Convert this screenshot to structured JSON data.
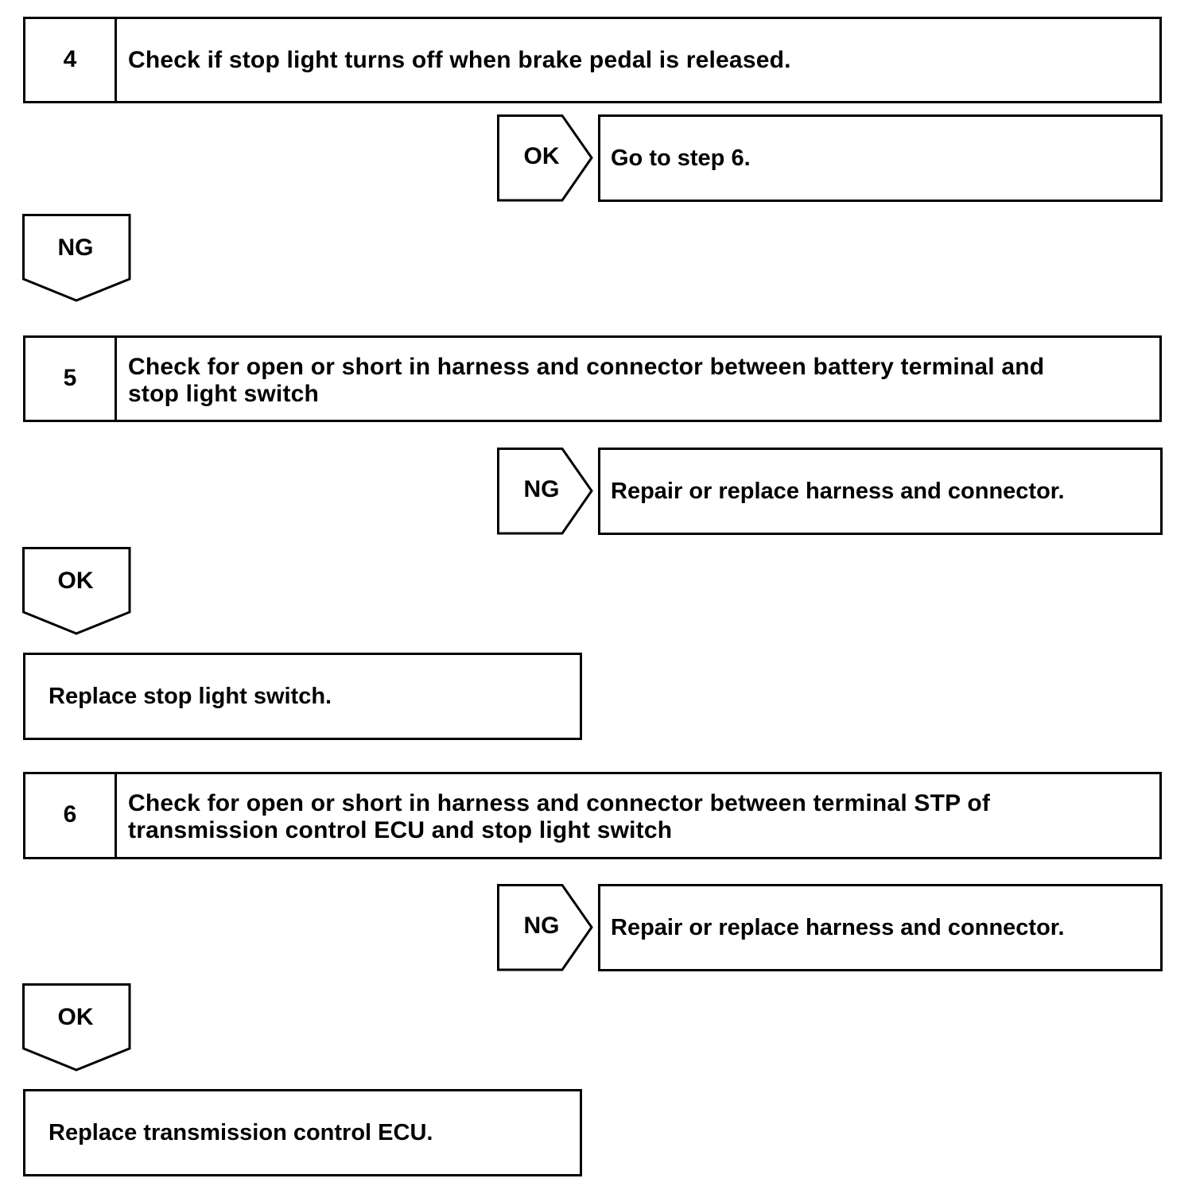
{
  "steps": [
    {
      "number": "4",
      "text": "Check if stop light turns off when brake pedal is released."
    },
    {
      "number": "5",
      "text_line1": "Check for open or short in harness and connector between battery terminal and",
      "text_line2": "stop light switch"
    },
    {
      "number": "6",
      "text_line1": "Check for open or short in harness and connector between terminal STP of",
      "text_line2": "transmission control ECU and stop light switch"
    }
  ],
  "branches": [
    {
      "label": "OK",
      "result": "Go to step 6."
    },
    {
      "label": "NG"
    },
    {
      "label": "NG",
      "result": "Repair or replace harness and connector."
    },
    {
      "label": "OK",
      "result": "Replace stop light switch."
    },
    {
      "label": "NG",
      "result": "Repair or replace harness and connector."
    },
    {
      "label": "OK",
      "result": "Replace transmission control ECU."
    }
  ]
}
